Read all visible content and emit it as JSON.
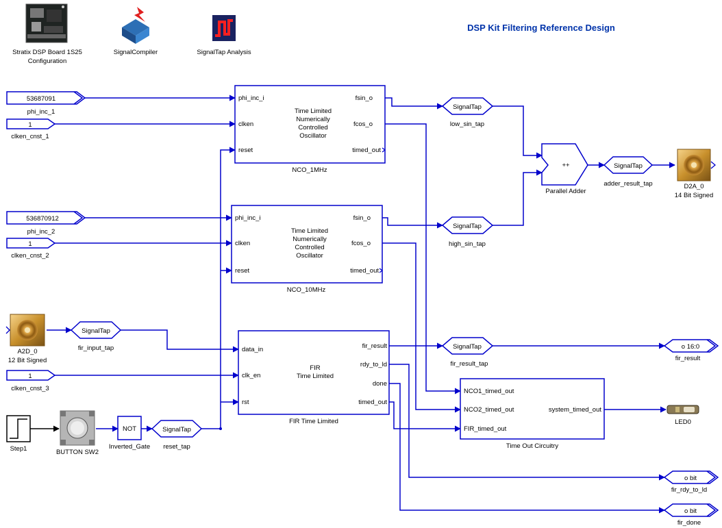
{
  "title": "DSP Kit Filtering Reference Design",
  "toolbar_icons": [
    {
      "label1": "Stratix DSP Board 1S25",
      "label2": "Configuration",
      "icon": "board-icon"
    },
    {
      "label1": "SignalCompiler",
      "label2": "",
      "icon": "signalcompiler-icon"
    },
    {
      "label1": "SignalTap Analysis",
      "label2": "",
      "icon": "signaltap-icon"
    }
  ],
  "constants": {
    "phi_inc_1": {
      "value": "53687091",
      "name": "phi_inc_1"
    },
    "clken_cnst_1": {
      "value": "1",
      "name": "clken_cnst_1"
    },
    "phi_inc_2": {
      "value": "536870912",
      "name": "phi_inc_2"
    },
    "clken_cnst_2": {
      "value": "1",
      "name": "clken_cnst_2"
    },
    "clken_cnst_3": {
      "value": "1",
      "name": "clken_cnst_3"
    }
  },
  "nco1": {
    "name": "NCO_1MHz",
    "desc": [
      "Time Limited",
      "Numerically",
      "Controlled",
      "Oscillator"
    ],
    "inputs": [
      "phi_inc_i",
      "clken",
      "reset"
    ],
    "outputs": [
      "fsin_o",
      "fcos_o",
      "timed_out"
    ]
  },
  "nco2": {
    "name": "NCO_10MHz",
    "desc": [
      "Time Limited",
      "Numerically",
      "Controlled",
      "Oscillator"
    ],
    "inputs": [
      "phi_inc_i",
      "clken",
      "reset"
    ],
    "outputs": [
      "fsin_o",
      "fcos_o",
      "timed_out"
    ]
  },
  "fir": {
    "name": "FIR Time Limited",
    "desc": [
      "FIR",
      "Time Limited"
    ],
    "inputs": [
      "data_in",
      "clk_en",
      "rst"
    ],
    "outputs": [
      "fir_result",
      "rdy_to_ld",
      "done",
      "timed_out"
    ]
  },
  "timeout": {
    "name": "Time Out Circuitry",
    "inputs": [
      "NCO1_timed_out",
      "NCO2_timed_out",
      "FIR_timed_out"
    ],
    "output": "system_timed_out"
  },
  "signaltaps": {
    "low_sin_tap": {
      "text": "SignalTap",
      "name": "low_sin_tap"
    },
    "high_sin_tap": {
      "text": "SignalTap",
      "name": "high_sin_tap"
    },
    "adder_result_tap": {
      "text": "SignalTap",
      "name": "adder_result_tap"
    },
    "fir_input_tap": {
      "text": "SignalTap",
      "name": "fir_input_tap"
    },
    "fir_result_tap": {
      "text": "SignalTap",
      "name": "fir_result_tap"
    },
    "reset_tap": {
      "text": "SignalTap",
      "name": "reset_tap"
    }
  },
  "adder": {
    "symbol": "++",
    "name": "Parallel Adder"
  },
  "d2a": {
    "name": "D2A_0",
    "sub": "14 Bit Signed"
  },
  "a2d": {
    "name": "A2D_0",
    "sub": "12 Bit Signed"
  },
  "step": {
    "name": "Step1"
  },
  "button": {
    "name": "BUTTON SW2"
  },
  "not_gate": {
    "text": "NOT",
    "name": "Inverted_Gate"
  },
  "led": {
    "name": "LED0"
  },
  "outputs": {
    "fir_result": {
      "text": "o 16:0",
      "name": "fir_result"
    },
    "fir_rdy_to_ld": {
      "text": "o bit",
      "name": "fir_rdy_to_ld"
    },
    "fir_done": {
      "text": "o bit",
      "name": "fir_done"
    }
  }
}
